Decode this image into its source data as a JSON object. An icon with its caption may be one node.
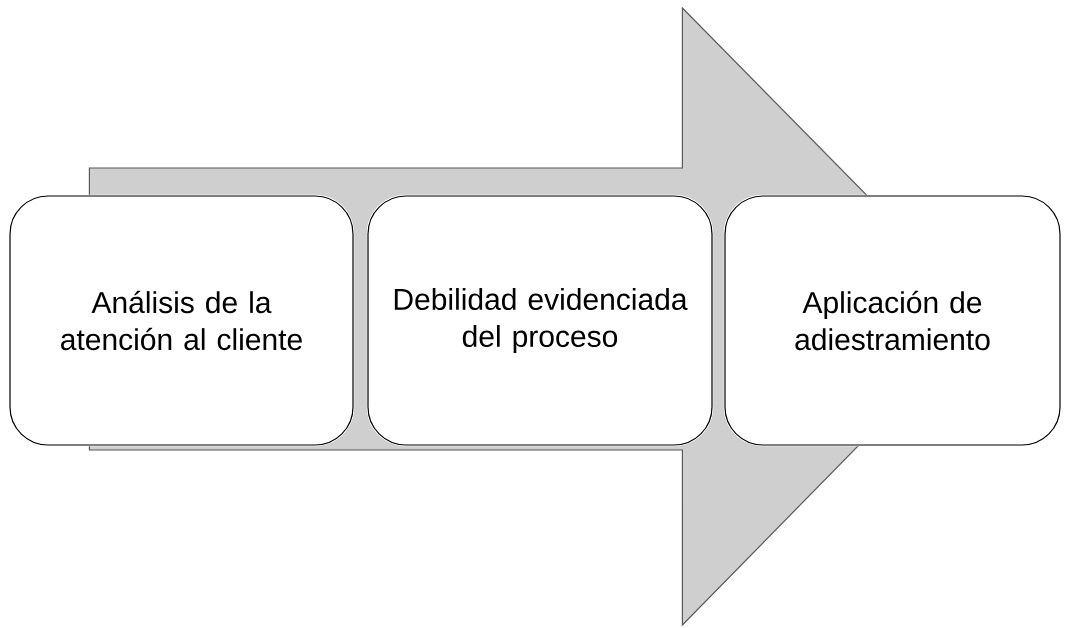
{
  "diagram": {
    "nodes": [
      {
        "text": [
          "Análisis de la atención al cliente"
        ]
      },
      {
        "text": [
          "Debilidad evidenciada del proceso"
        ]
      },
      {
        "text": [
          "Aplicación de adiestramiento"
        ]
      }
    ],
    "edges": [
      {
        "from": 0,
        "to": 2,
        "arrow": "to"
      }
    ]
  }
}
